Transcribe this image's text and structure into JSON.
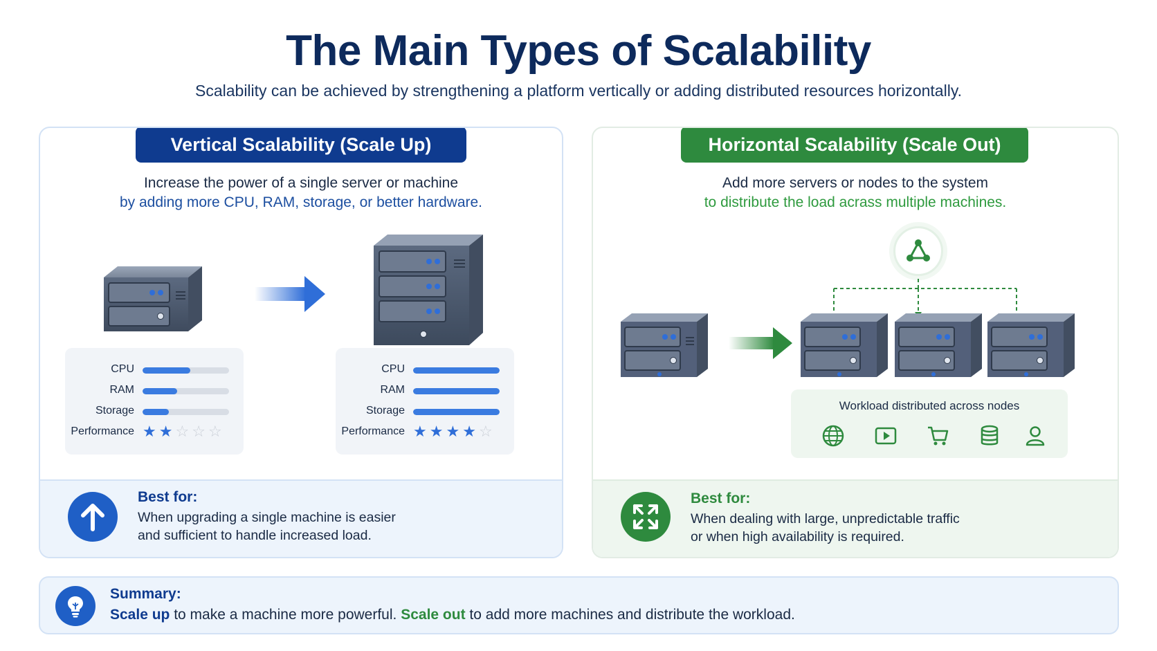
{
  "title": "The Main Types of Scalability",
  "subtitle": "Scalability can be achieved by strengthening a platform vertically or adding distributed resources horizontally.",
  "vertical": {
    "heading": "Vertical Scalability (Scale Up)",
    "desc_line1": "Increase the power of a single server or machine",
    "desc_line2": "by adding more CPU, RAM, storage, or better hardware.",
    "before": {
      "cpu_label": "CPU",
      "cpu_level": 0.55,
      "ram_label": "RAM",
      "ram_level": 0.4,
      "storage_label": "Storage",
      "storage_level": 0.3,
      "performance_label": "Performance",
      "performance_stars": 2
    },
    "after": {
      "cpu_label": "CPU",
      "cpu_level": 1.0,
      "ram_label": "RAM",
      "ram_level": 1.0,
      "storage_label": "Storage",
      "storage_level": 1.0,
      "performance_label": "Performance",
      "performance_stars": 4
    },
    "best_for_label": "Best for:",
    "best_for_line1": "When upgrading a single machine is easier",
    "best_for_line2": "and sufficient to handle increased load."
  },
  "horizontal": {
    "heading": "Horizontal Scalability (Scale Out)",
    "desc_line1": "Add more servers or nodes to the system",
    "desc_line2": "to distribute the load acrass multiple machines.",
    "workload_title": "Workload distributed across nodes",
    "workload_icons": [
      "globe-icon",
      "video-play-icon",
      "cart-icon",
      "database-icon",
      "user-icon"
    ],
    "best_for_label": "Best for:",
    "best_for_line1": "When dealing with large, unpredictable traffic",
    "best_for_line2": "or when high availability is required."
  },
  "summary": {
    "label": "Summary:",
    "scale_up": "Scale up",
    "text1": " to make a machine more powerful. ",
    "scale_out": "Scale out",
    "text2": " to add more machines and distribute the workload."
  },
  "colors": {
    "navy": "#0f3b8f",
    "green": "#2e8a3e",
    "accent_blue": "#3a7be0"
  }
}
